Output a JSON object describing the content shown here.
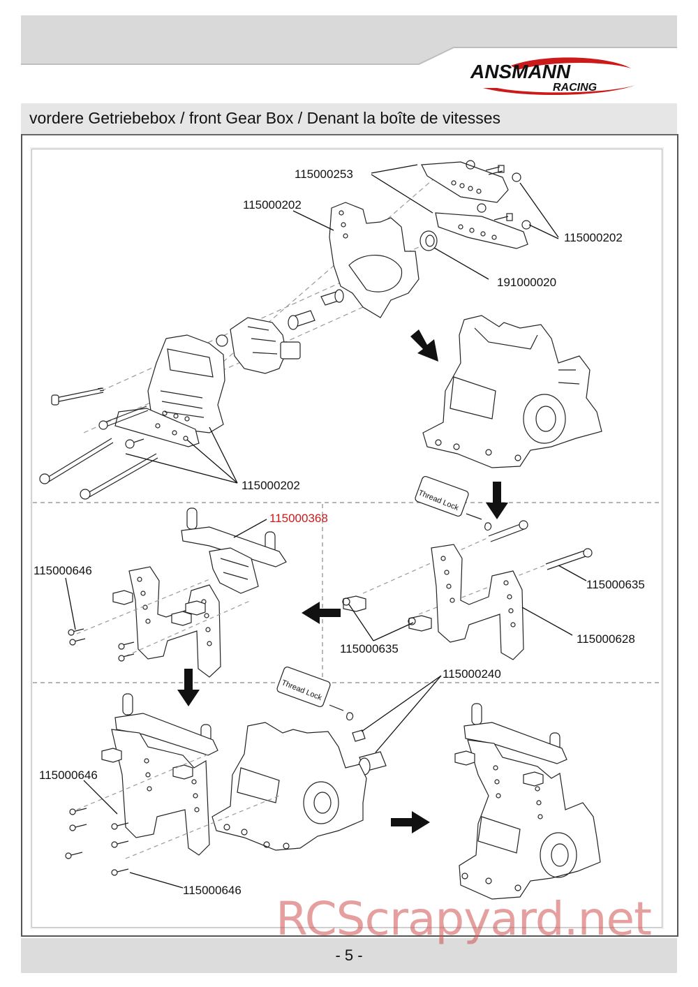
{
  "brand": {
    "name": "ANSMANN",
    "sub": "RACING"
  },
  "title": "vordere Getriebebox / front Gear Box / Denant la boîte de vitesses",
  "labels": {
    "p1": "115000253",
    "p2": "115000202",
    "p3": "115000202",
    "p4": "191000020",
    "p5": "115000202",
    "p6": "115000368",
    "p7": "115000646",
    "p8": "115000635",
    "p9": "115000635",
    "p10": "115000628",
    "p11": "115000240",
    "p12": "115000646",
    "p13": "115000646"
  },
  "thread_lock_1": "Thread Lock",
  "thread_lock_2": "Thread Lock",
  "page_number": "- 5 -",
  "watermark": "RCScrapyard.net",
  "colors": {
    "accent_red": "#cc1a1a",
    "header_gray": "#d9d9d9"
  }
}
